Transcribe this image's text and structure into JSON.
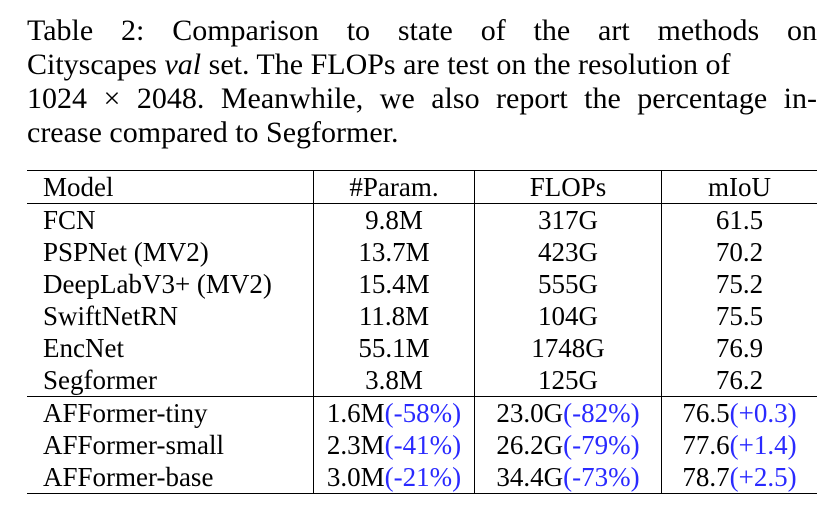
{
  "caption": {
    "line1": "Table 2: Comparison to state of the art methods on",
    "line2_pre": "Cityscapes ",
    "line2_italic": "val",
    "line2_post": " set. The FLOPs are test on the resolution of",
    "line3": "1024 × 2048. Meanwhile, we also report the percentage in-",
    "line4": "crease compared to Segformer."
  },
  "table": {
    "headers": [
      "Model",
      "#Param.",
      "FLOPs",
      "mIoU"
    ],
    "baselines": [
      {
        "model": "FCN",
        "params": "9.8M",
        "flops": "317G",
        "miou": "61.5"
      },
      {
        "model": "PSPNet (MV2)",
        "params": "13.7M",
        "flops": "423G",
        "miou": "70.2"
      },
      {
        "model": "DeepLabV3+ (MV2)",
        "params": "15.4M",
        "flops": "555G",
        "miou": "75.2"
      },
      {
        "model": "SwiftNetRN",
        "params": "11.8M",
        "flops": "104G",
        "miou": "75.5"
      },
      {
        "model": "EncNet",
        "params": "55.1M",
        "flops": "1748G",
        "miou": "76.9"
      },
      {
        "model": "Segformer",
        "params": "3.8M",
        "flops": "125G",
        "miou": "76.2"
      }
    ],
    "ours": [
      {
        "model": "AFFormer-tiny",
        "params": "1.6M",
        "params_delta": "(-58%)",
        "flops": "23.0G",
        "flops_delta": "(-82%)",
        "miou": "76.5",
        "miou_delta": "(+0.3)"
      },
      {
        "model": "AFFormer-small",
        "params": "2.3M",
        "params_delta": "(-41%)",
        "flops": "26.2G",
        "flops_delta": "(-79%)",
        "miou": "77.6",
        "miou_delta": "(+1.4)"
      },
      {
        "model": "AFFormer-base",
        "params": "3.0M",
        "params_delta": "(-21%)",
        "flops": "34.4G",
        "flops_delta": "(-73%)",
        "miou": "78.7",
        "miou_delta": "(+2.5)"
      }
    ]
  },
  "colors": {
    "delta": "#2a2aff"
  }
}
